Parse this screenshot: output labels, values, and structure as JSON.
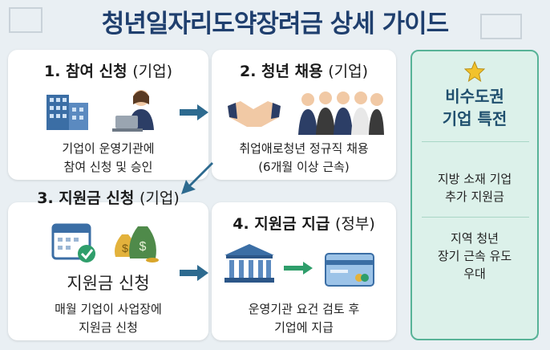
{
  "title": "청년일자리도약장려금 상세 가이드",
  "steps": [
    {
      "title": "1. 참여 신청",
      "sub": "(기업)",
      "desc1": "기업이 운영기관에",
      "desc2": "참여 신청 및 승인"
    },
    {
      "title": "2. 청년 채용",
      "sub": "(기업)",
      "desc1": "취업애로청년 정규직 채용",
      "desc2": "(6개월 이상 근속)"
    },
    {
      "title": "3. 지원금 신청",
      "sub": "(기업)",
      "big": "지원금 신청",
      "desc1": "매월 기업이 사업장에",
      "desc2": "지원금 신청"
    },
    {
      "title": "4. 지원금 지급",
      "sub": "(정부)",
      "desc1": "운영기관 요건 검토 후",
      "desc2": "기업에 지급"
    }
  ],
  "side": {
    "title1": "비수도권",
    "title2": "기업 특전",
    "item1_line1": "지방 소재 기업",
    "item1_line2": "추가 지원금",
    "item2_line1": "지역 청년",
    "item2_line2": "장기 근속 유도",
    "item2_line3": "우대"
  },
  "colors": {
    "title": "#1f3f6e",
    "arrow": "#2d6a8f",
    "side_bg": "#dcf1ea",
    "side_border": "#57b397",
    "star": "#f2c22b"
  }
}
